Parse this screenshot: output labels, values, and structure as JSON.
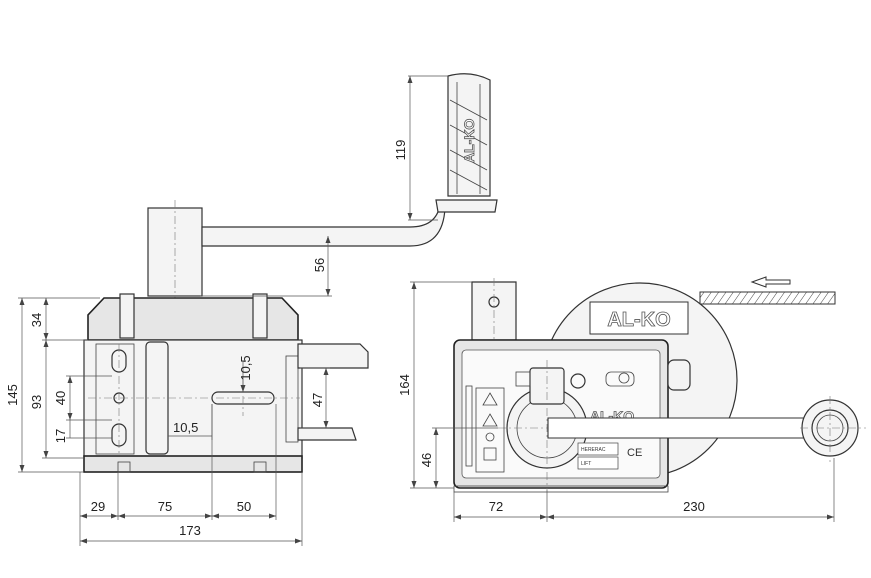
{
  "brand": "AL-KO",
  "label_plate": {
    "line1": "HERERAC",
    "line2": "LIFT",
    "ce_mark": "CE"
  },
  "dimensions": {
    "handle_height": "119",
    "handle_offset": "56",
    "height_145": "145",
    "upper_34": "34",
    "middle_93": "93",
    "hole_40": "40",
    "hole_17": "17",
    "slot_10_5_vertical": "10,5",
    "slot_10_5_horizontal": "10,5",
    "flange_47": "47",
    "bottom_29": "29",
    "bottom_75": "75",
    "bottom_50": "50",
    "total_width": "173",
    "side_height": "164",
    "side_46": "46",
    "side_72": "72",
    "side_230": "230"
  }
}
